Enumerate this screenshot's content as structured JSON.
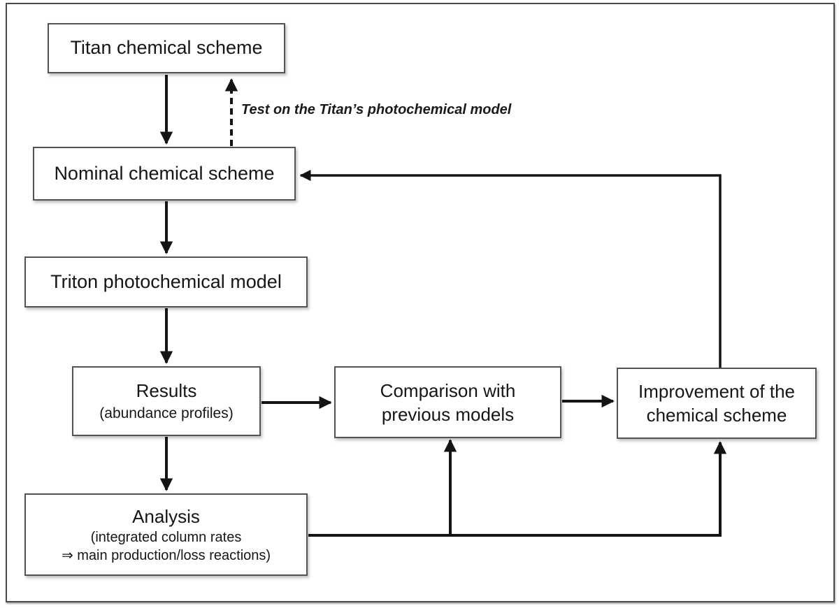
{
  "diagram": {
    "type": "flowchart",
    "colors": {
      "background": "#ffffff",
      "box_fill": "#ffffff",
      "box_border": "#535353",
      "frame_border": "#4c4c4c",
      "arrow": "#141414",
      "text": "#161616"
    },
    "nodes": {
      "titan": {
        "label": "Titan chemical scheme"
      },
      "nominal": {
        "label": "Nominal chemical scheme"
      },
      "triton": {
        "label": "Triton photochemical model"
      },
      "results": {
        "label": "Results",
        "sublabel": "(abundance profiles)"
      },
      "comparison": {
        "line1": "Comparison with",
        "line2": "previous models"
      },
      "improvement": {
        "line1": "Improvement of the",
        "line2": "chemical scheme"
      },
      "analysis": {
        "label": "Analysis",
        "sublabel_line1": "(integrated column rates",
        "sublabel_line2": "⇒ main production/loss reactions)"
      }
    },
    "edges": [
      {
        "from": "titan",
        "to": "nominal",
        "style": "solid"
      },
      {
        "from": "nominal",
        "to": "titan",
        "style": "dashed",
        "label": "Test on the Titan’s photochemical model"
      },
      {
        "from": "nominal",
        "to": "triton",
        "style": "solid"
      },
      {
        "from": "triton",
        "to": "results",
        "style": "solid"
      },
      {
        "from": "results",
        "to": "comparison",
        "style": "solid"
      },
      {
        "from": "comparison",
        "to": "improvement",
        "style": "solid"
      },
      {
        "from": "results",
        "to": "analysis",
        "style": "solid"
      },
      {
        "from": "analysis",
        "to": "comparison",
        "style": "solid"
      },
      {
        "from": "analysis",
        "to": "improvement",
        "style": "solid"
      },
      {
        "from": "improvement",
        "to": "nominal",
        "style": "solid"
      }
    ]
  }
}
